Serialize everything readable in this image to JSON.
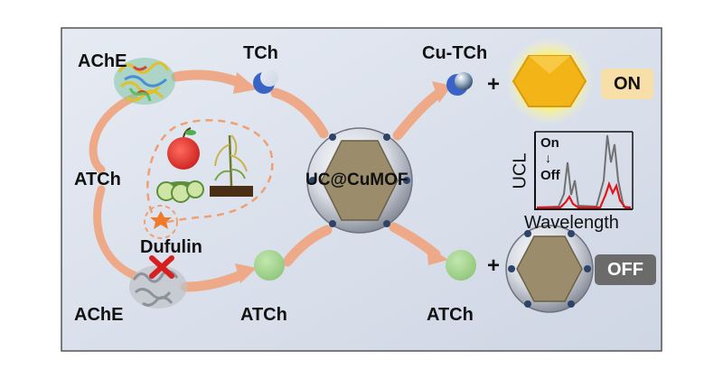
{
  "labels": {
    "ache_top": "AChE",
    "tch": "TCh",
    "cu_tch": "Cu-TCh",
    "atch_left": "ATCh",
    "uc_cumof": "UC@CuMOF",
    "dufulin": "Dufulin",
    "ache_bottom": "AChE",
    "atch_bottom_mid": "ATCh",
    "atch_bottom_right": "ATCh",
    "plus": "+"
  },
  "badges": {
    "on": "ON",
    "off": "OFF"
  },
  "spectrum": {
    "ylabel": "UCL",
    "xlabel": "Wavelength",
    "on_label": "On",
    "off_label": "Off",
    "arrow": "↓"
  },
  "colors": {
    "panel_bg": "#dde3ee",
    "arrow": "#eeaa88",
    "crescent": "#3a63c8",
    "sphere_green": "#a6d591",
    "gold_hex": "#f2b416",
    "mof_hex": "#9b8d6c",
    "inhibit_x": "#d62020"
  }
}
